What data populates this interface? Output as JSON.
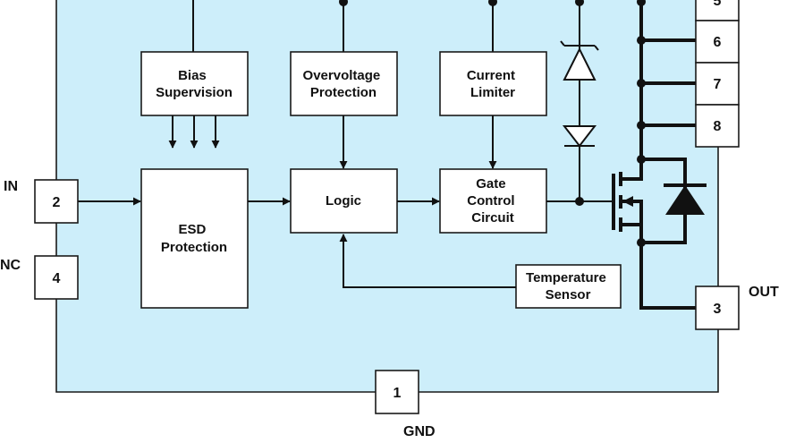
{
  "colors": {
    "chip_fill": "#cdeefa",
    "chip_border": "#1a1a1a",
    "wire": "#111111",
    "block_fill": "#ffffff"
  },
  "blocks": {
    "bias_supervision": [
      "Bias",
      "Supervision"
    ],
    "overvoltage_protection": [
      "Overvoltage",
      "Protection"
    ],
    "current_limiter": [
      "Current",
      "Limiter"
    ],
    "esd_protection": [
      "ESD",
      "Protection"
    ],
    "logic": [
      "Logic"
    ],
    "gate_control_circuit": [
      "Gate",
      "Control",
      "Circuit"
    ],
    "temperature_sensor": [
      "Temperature",
      "Sensor"
    ]
  },
  "pins": {
    "in": "2",
    "nc": "4",
    "gnd": "1",
    "out": "3",
    "top": "5",
    "out_6": "6",
    "out_7": "7",
    "out_8": "8"
  },
  "external_labels": {
    "in": "IN",
    "nc": "NC",
    "gnd": "GND",
    "out": "OUT"
  }
}
